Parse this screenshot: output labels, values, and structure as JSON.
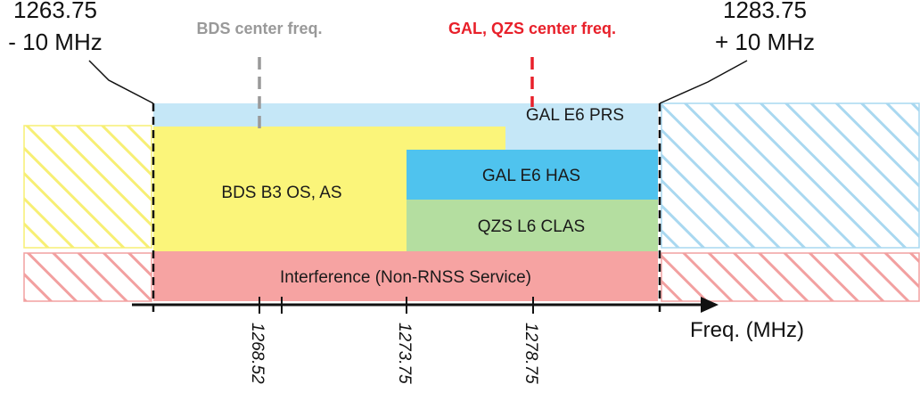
{
  "labels": {
    "lower_edge": [
      "1263.75",
      "- 10 MHz"
    ],
    "upper_edge": [
      "1283.75",
      "+ 10 MHz"
    ],
    "bds_center": "BDS center freq.",
    "gal_qzs_center": "GAL, QZS center freq.",
    "axis_title": "Freq. (MHz)"
  },
  "bands": {
    "gal_prs": "GAL E6 PRS",
    "bds_b3": "BDS B3 OS, AS",
    "gal_has": "GAL E6 HAS",
    "qzs_clas": "QZS L6 CLAS",
    "interference": "Interference (Non-RNSS Service)"
  },
  "ticks": [
    "1268.52",
    "1273.75",
    "1278.75"
  ],
  "colors": {
    "gal_prs": "#c5e7f7",
    "bds_b3": "#fbf57a",
    "gal_has": "#4fc3ee",
    "qzs_clas": "#b4dea0",
    "interference": "#f6a3a2",
    "hatch_yellow": "#f7ef74",
    "hatch_blue": "#a9d8f0",
    "hatch_red": "#f2a0a0",
    "bds_marker": "#999999",
    "gal_qzs_marker": "#e8202a"
  }
}
